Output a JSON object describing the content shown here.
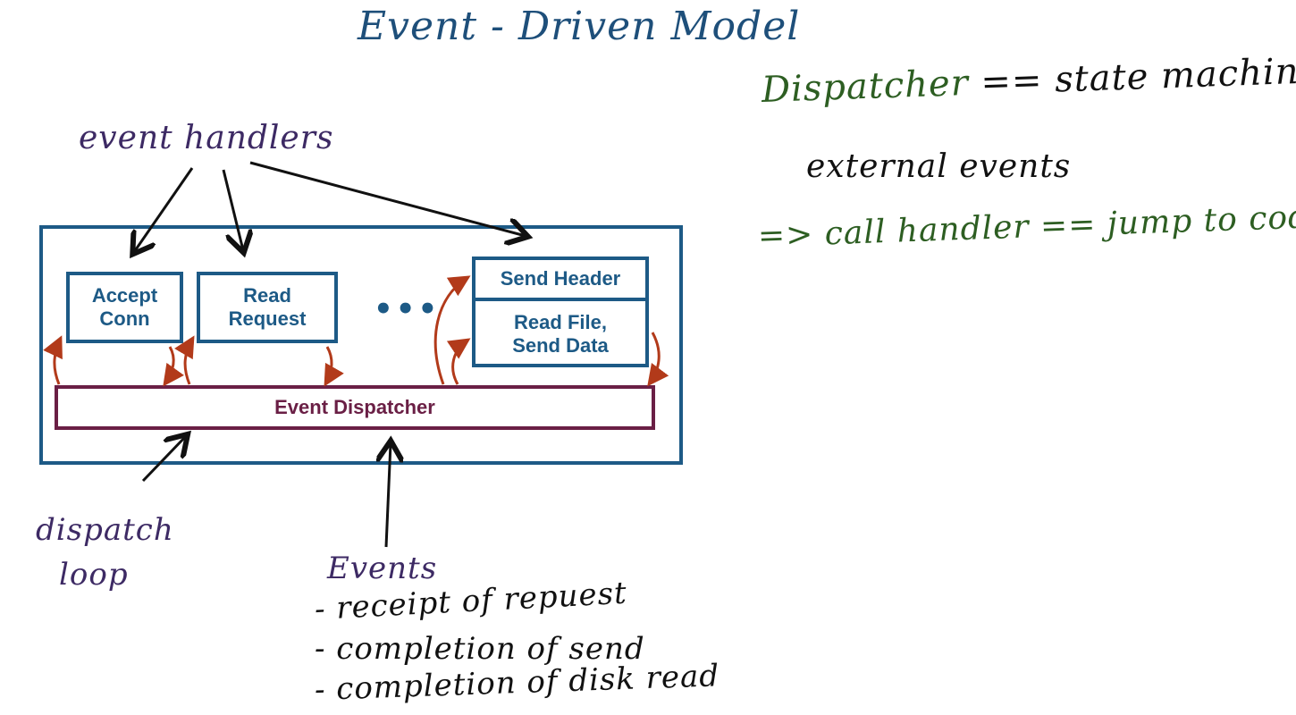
{
  "title": "Event - Driven Model",
  "handlers_label": "event handlers",
  "dispatch_label_line1": "dispatch",
  "dispatch_label_line2": "loop",
  "boxes": {
    "accept": "Accept\nConn",
    "read": "Read\nRequest",
    "ellipsis": "•••",
    "send_header": "Send Header",
    "read_file": "Read File,\nSend Data"
  },
  "dispatcher": "Event Dispatcher",
  "events": {
    "heading": "Events",
    "items": [
      "- receipt of repuest",
      "- completion of send",
      "- completion of disk read"
    ]
  },
  "notes": {
    "line1_green": "Dispatcher",
    "line1_black": " == state machine",
    "line2": "external events",
    "line3": "=> call handler == jump to code"
  },
  "colors": {
    "title": "#1e4f7a",
    "box_border": "#1d5a86",
    "dispatcher_border": "#6a1f45",
    "label_purple": "#3d2a64",
    "note_green": "#2d5e22",
    "loop_arrow": "#b23a1a"
  }
}
